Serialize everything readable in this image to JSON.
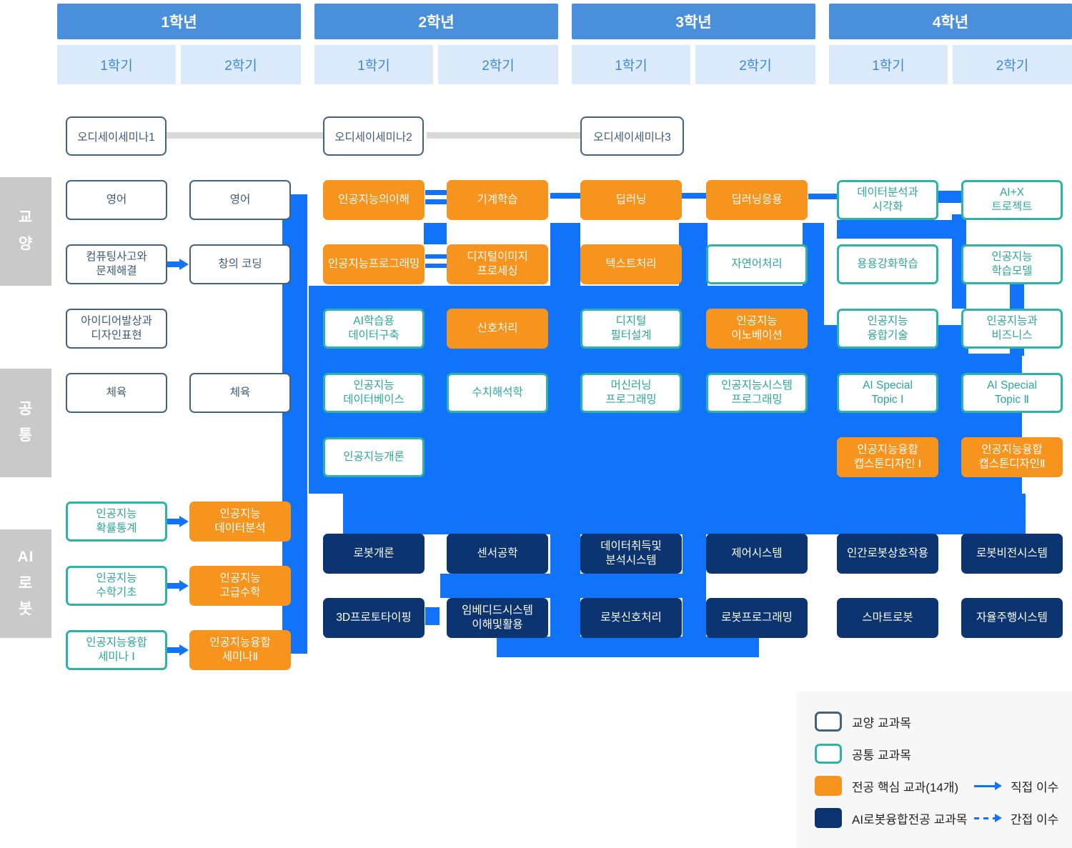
{
  "years": [
    {
      "label": "1학년",
      "semesters": [
        "1학기",
        "2학기"
      ]
    },
    {
      "label": "2학년",
      "semesters": [
        "1학기",
        "2학기"
      ]
    },
    {
      "label": "3학년",
      "semesters": [
        "1학기",
        "2학기"
      ]
    },
    {
      "label": "4학년",
      "semesters": [
        "1학기",
        "2학기"
      ]
    }
  ],
  "sections": [
    {
      "label": "교\n양"
    },
    {
      "label": "공\n통"
    },
    {
      "label": "AI\n로\n봇"
    }
  ],
  "odyssey": [
    {
      "label": "오디세이세미나1"
    },
    {
      "label": "오디세이세미나2"
    },
    {
      "label": "오디세이세미나3"
    }
  ],
  "courses": [
    {
      "label": "영어",
      "type": "liberal",
      "col": "c11",
      "row": "r1"
    },
    {
      "label": "영어",
      "type": "liberal",
      "col": "c12",
      "row": "r1"
    },
    {
      "label": "컴퓨팅사고와\n문제해결",
      "type": "liberal",
      "col": "c11",
      "row": "r2"
    },
    {
      "label": "창의 코딩",
      "type": "liberal",
      "col": "c12",
      "row": "r2"
    },
    {
      "label": "아이디어발상과\n디자인표현",
      "type": "liberal",
      "col": "c11",
      "row": "r3"
    },
    {
      "label": "체육",
      "type": "liberal",
      "col": "c11",
      "row": "r4"
    },
    {
      "label": "체육",
      "type": "liberal",
      "col": "c12",
      "row": "r4"
    },
    {
      "label": "인공지능의이해",
      "type": "core",
      "col": "c21",
      "row": "r1"
    },
    {
      "label": "기계학습",
      "type": "core",
      "col": "c22",
      "row": "r1"
    },
    {
      "label": "딥러닝",
      "type": "core",
      "col": "c31",
      "row": "r1"
    },
    {
      "label": "딥러닝응용",
      "type": "core",
      "col": "c32",
      "row": "r1"
    },
    {
      "label": "인공지능프로그래밍",
      "type": "core",
      "col": "c21",
      "row": "r2"
    },
    {
      "label": "디지털이미지\n프로세싱",
      "type": "core",
      "col": "c22",
      "row": "r2"
    },
    {
      "label": "텍스트처리",
      "type": "core",
      "col": "c31",
      "row": "r2"
    },
    {
      "label": "신호처리",
      "type": "core",
      "col": "c22",
      "row": "r3"
    },
    {
      "label": "인공지능\n이노베이션",
      "type": "core",
      "col": "c32",
      "row": "r3"
    },
    {
      "label": "인공지능융합\n캡스톤디자인 Ⅰ",
      "type": "core",
      "col": "c41",
      "row": "r5"
    },
    {
      "label": "인공지능융합\n캡스톤디자인Ⅱ",
      "type": "core",
      "col": "c42",
      "row": "r5"
    },
    {
      "label": "인공지능\n데이터분석",
      "type": "core",
      "col": "c12",
      "row": "ra1"
    },
    {
      "label": "인공지능\n고급수학",
      "type": "core",
      "col": "c12",
      "row": "ra2"
    },
    {
      "label": "인공지능융합\n세미나Ⅱ",
      "type": "core",
      "col": "c12",
      "row": "ra3"
    },
    {
      "label": "AI학습용\n데이터구축",
      "type": "common",
      "col": "c21",
      "row": "r3"
    },
    {
      "label": "디지털\n필터설계",
      "type": "common",
      "col": "c31",
      "row": "r3"
    },
    {
      "label": "자연어처리",
      "type": "common",
      "col": "c32",
      "row": "r2"
    },
    {
      "label": "데이터분석과\n시각화",
      "type": "common",
      "col": "c41",
      "row": "r1"
    },
    {
      "label": "AI+X\n트로젝트",
      "type": "common",
      "col": "c42",
      "row": "r1"
    },
    {
      "label": "용용강화학습",
      "type": "common",
      "col": "c41",
      "row": "r2"
    },
    {
      "label": "인공지능\n학습모델",
      "type": "common",
      "col": "c42",
      "row": "r2"
    },
    {
      "label": "인공지능\n융합기술",
      "type": "common",
      "col": "c41",
      "row": "r3"
    },
    {
      "label": "인공지능과\n비즈니스",
      "type": "common",
      "col": "c42",
      "row": "r3"
    },
    {
      "label": "인공지능\n데이터베이스",
      "type": "common",
      "col": "c21",
      "row": "r4"
    },
    {
      "label": "수치해석학",
      "type": "common",
      "col": "c22",
      "row": "r4"
    },
    {
      "label": "머신러닝\n프로그래밍",
      "type": "common",
      "col": "c31",
      "row": "r4"
    },
    {
      "label": "인공지능시스템\n프로그래밍",
      "type": "common",
      "col": "c32",
      "row": "r4"
    },
    {
      "label": "AI Special\nTopic Ⅰ",
      "type": "common",
      "col": "c41",
      "row": "r4"
    },
    {
      "label": "AI Special\nTopic Ⅱ",
      "type": "common",
      "col": "c42",
      "row": "r4"
    },
    {
      "label": "인공지능개론",
      "type": "common",
      "col": "c21",
      "row": "r5"
    },
    {
      "label": "인공지능\n확률통계",
      "type": "common",
      "col": "c11",
      "row": "ra1"
    },
    {
      "label": "인공지능\n수학기초",
      "type": "common",
      "col": "c11",
      "row": "ra2"
    },
    {
      "label": "인공지능융합\n세미나 Ⅰ",
      "type": "common",
      "col": "c11",
      "row": "ra3"
    },
    {
      "label": "로봇개론",
      "type": "robot",
      "col": "c21",
      "row": "rb1"
    },
    {
      "label": "센서공학",
      "type": "robot",
      "col": "c22",
      "row": "rb1"
    },
    {
      "label": "데이터취득및\n분석시스템",
      "type": "robot",
      "col": "c31",
      "row": "rb1"
    },
    {
      "label": "제어시스템",
      "type": "robot",
      "col": "c32",
      "row": "rb1"
    },
    {
      "label": "인간로봇상호작용",
      "type": "robot",
      "col": "c41",
      "row": "rb1"
    },
    {
      "label": "로봇비전시스템",
      "type": "robot",
      "col": "c42",
      "row": "rb1"
    },
    {
      "label": "3D프로토타이핑",
      "type": "robot",
      "col": "c21",
      "row": "rb2"
    },
    {
      "label": "임베디드시스템\n이해및활용",
      "type": "robot",
      "col": "c22",
      "row": "rb2"
    },
    {
      "label": "로봇신호처리",
      "type": "robot",
      "col": "c31",
      "row": "rb2"
    },
    {
      "label": "로봇프로그래밍",
      "type": "robot",
      "col": "c32",
      "row": "rb2"
    },
    {
      "label": "스마트로봇",
      "type": "robot",
      "col": "c41",
      "row": "rb2"
    },
    {
      "label": "자율주행시스템",
      "type": "robot",
      "col": "c42",
      "row": "rb2"
    }
  ],
  "legend": {
    "items": [
      {
        "type": "liberal",
        "label": "교양 교과목"
      },
      {
        "type": "common",
        "label": "공통 교과목"
      },
      {
        "type": "core",
        "label": "전공 핵심 교과(14개)"
      },
      {
        "type": "robot",
        "label": "AI로봇융합전공 교과목"
      }
    ],
    "arrows": [
      {
        "style": "solid",
        "label": "직접 이수"
      },
      {
        "style": "dashed",
        "label": "간접 이수"
      }
    ]
  },
  "colors": {
    "year_header": "#4a8fdb",
    "semester_bg": "#dcebfb",
    "semester_text": "#4287d6",
    "liberal_border": "#44617e",
    "common_border": "#2cb5a6",
    "core": "#f7941d",
    "robot": "#0b3470",
    "connector": "#1173fa",
    "sidebar": "#c9c9c9",
    "legend_bg": "#f7f7f7",
    "odyssey_line": "#d9d9d9"
  }
}
